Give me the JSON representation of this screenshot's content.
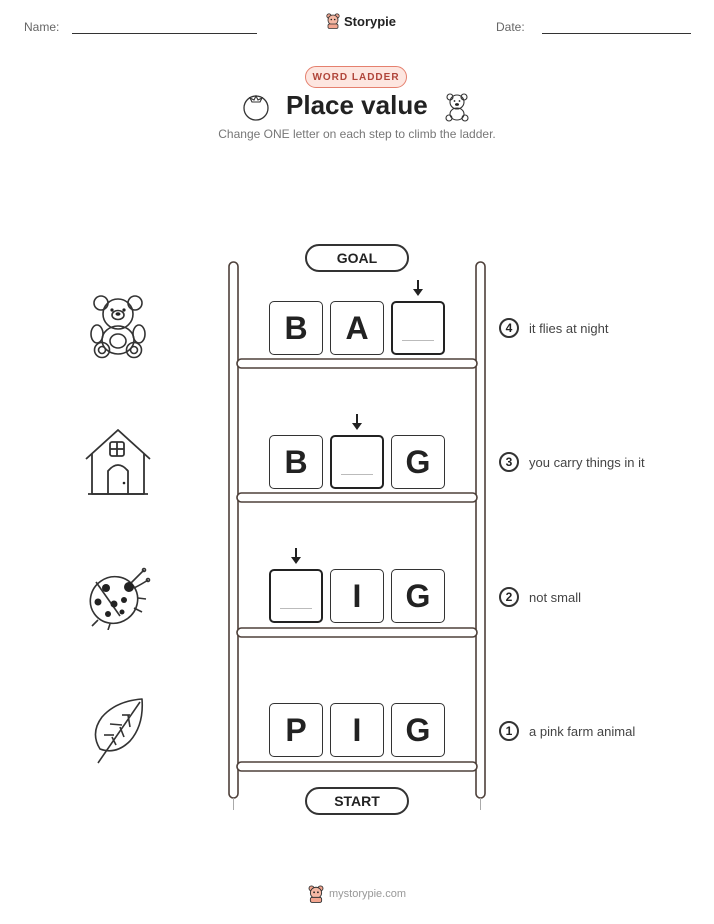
{
  "header": {
    "name_label": "Name:",
    "date_label": "Date:",
    "brand": "Storypie"
  },
  "badge": "WORD LADDER",
  "title": "Place value",
  "subtitle": "Change ONE letter on each step to climb the ladder.",
  "goal_label": "GOAL",
  "start_label": "START",
  "rungs": [
    {
      "letters": [
        "B",
        "A",
        ""
      ],
      "clue_number": "4",
      "clue": "it flies at night",
      "picture": "teddy-bear"
    },
    {
      "letters": [
        "B",
        "",
        "G"
      ],
      "clue_number": "3",
      "clue": "you carry things in it",
      "picture": "house"
    },
    {
      "letters": [
        "",
        "I",
        "G"
      ],
      "clue_number": "2",
      "clue": "not small",
      "picture": "ladybug"
    },
    {
      "letters": [
        "P",
        "I",
        "G"
      ],
      "clue_number": "1",
      "clue": "a pink farm animal",
      "picture": "leaf"
    }
  ],
  "footer": "mystorypie.com",
  "icons": [
    "storypie-bear-logo-icon",
    "tomato-icon",
    "teddy-bear-icon",
    "down-arrow-icon",
    "house-icon",
    "ladybug-icon",
    "leaf-icon"
  ],
  "colors": {
    "badge_border": "#e5806e",
    "badge_fill": "#fde6e0",
    "ladder": "#5a4a42"
  }
}
